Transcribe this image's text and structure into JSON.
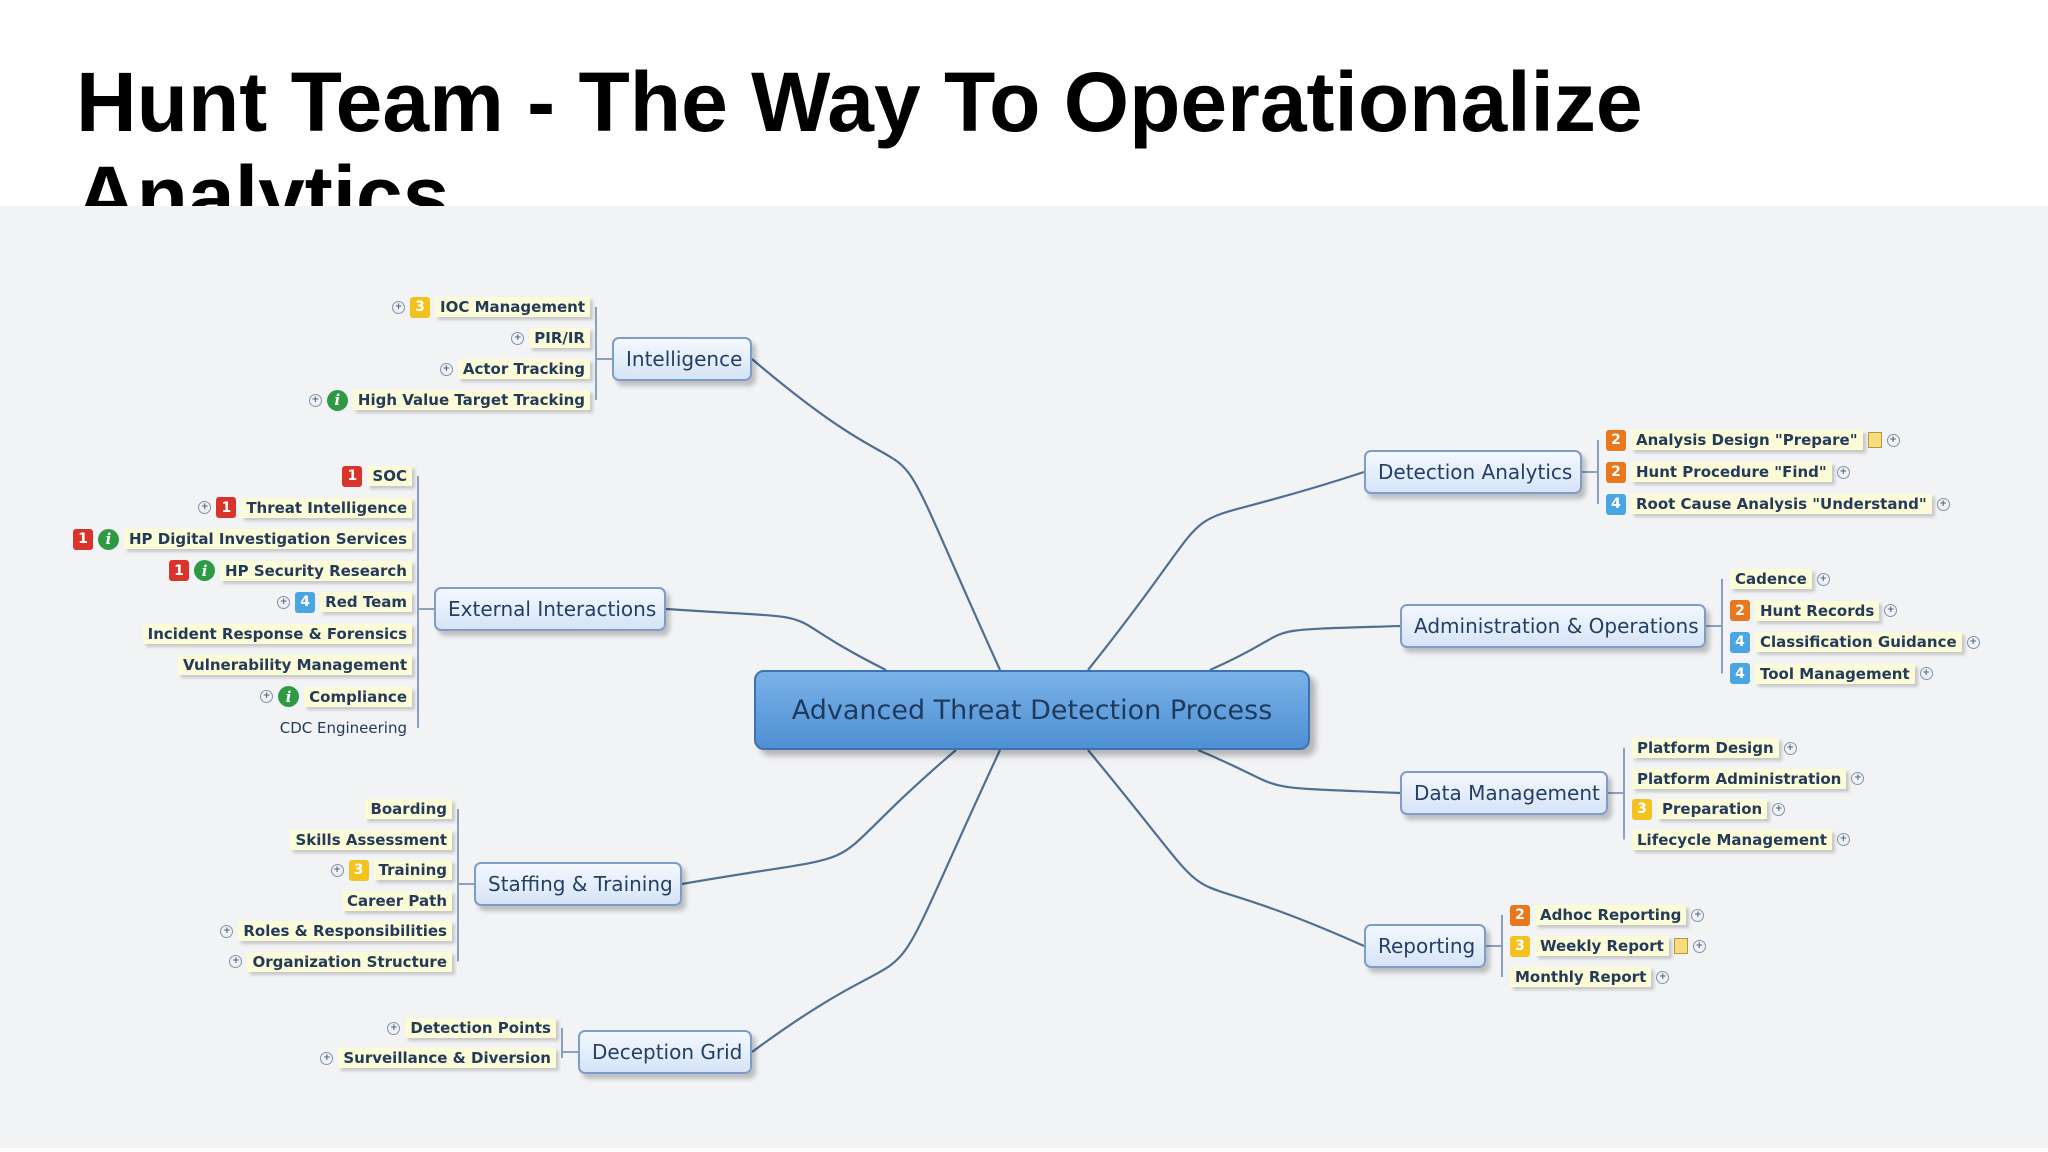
{
  "title": "Hunt Team - The Way To Operationalize Analytics",
  "central_topic": "Advanced Threat Detection Process",
  "branches": [
    {
      "label": "Intelligence",
      "items": [
        {
          "label": "IOC Management",
          "badges": [
            "3"
          ],
          "info": false,
          "note": false,
          "expand": true
        },
        {
          "label": "PIR/IR",
          "badges": [],
          "info": false,
          "note": false,
          "expand": true
        },
        {
          "label": "Actor Tracking",
          "badges": [],
          "info": false,
          "note": false,
          "expand": true
        },
        {
          "label": "High Value Target Tracking",
          "badges": [],
          "info": true,
          "note": false,
          "expand": true
        }
      ]
    },
    {
      "label": "External Interactions",
      "items": [
        {
          "label": "SOC",
          "badges": [
            "1"
          ],
          "info": false,
          "note": false,
          "expand": false
        },
        {
          "label": "Threat Intelligence",
          "badges": [
            "1"
          ],
          "info": false,
          "note": false,
          "expand": true
        },
        {
          "label": "HP Digital Investigation Services",
          "badges": [
            "1"
          ],
          "info": true,
          "note": false,
          "expand": false
        },
        {
          "label": "HP Security Research",
          "badges": [
            "1"
          ],
          "info": true,
          "note": false,
          "expand": false
        },
        {
          "label": "Red Team",
          "badges": [
            "4"
          ],
          "info": false,
          "note": false,
          "expand": true
        },
        {
          "label": "Incident Response & Forensics",
          "badges": [],
          "info": false,
          "note": false,
          "expand": false
        },
        {
          "label": "Vulnerability Management",
          "badges": [],
          "info": false,
          "note": false,
          "expand": false
        },
        {
          "label": "Compliance",
          "badges": [],
          "info": true,
          "note": false,
          "expand": true
        },
        {
          "label": "CDC Engineering",
          "badges": [],
          "info": false,
          "note": false,
          "expand": false,
          "plain": true
        }
      ]
    },
    {
      "label": "Staffing & Training",
      "items": [
        {
          "label": "Boarding",
          "badges": [],
          "info": false,
          "note": false,
          "expand": false
        },
        {
          "label": "Skills Assessment",
          "badges": [],
          "info": false,
          "note": false,
          "expand": false
        },
        {
          "label": "Training",
          "badges": [
            "3"
          ],
          "info": false,
          "note": false,
          "expand": true
        },
        {
          "label": "Career Path",
          "badges": [],
          "info": false,
          "note": false,
          "expand": false
        },
        {
          "label": "Roles & Responsibilities",
          "badges": [],
          "info": false,
          "note": false,
          "expand": true
        },
        {
          "label": "Organization Structure",
          "badges": [],
          "info": false,
          "note": false,
          "expand": true
        }
      ]
    },
    {
      "label": "Deception Grid",
      "items": [
        {
          "label": "Detection Points",
          "badges": [],
          "info": false,
          "note": false,
          "expand": true
        },
        {
          "label": "Surveillance & Diversion",
          "badges": [],
          "info": false,
          "note": false,
          "expand": true
        }
      ]
    },
    {
      "label": "Detection Analytics",
      "items": [
        {
          "label": "Analysis Design \"Prepare\"",
          "badges": [
            "2"
          ],
          "info": false,
          "note": true,
          "expand": true
        },
        {
          "label": "Hunt Procedure \"Find\"",
          "badges": [
            "2"
          ],
          "info": false,
          "note": false,
          "expand": true
        },
        {
          "label": "Root Cause Analysis \"Understand\"",
          "badges": [
            "4"
          ],
          "info": false,
          "note": false,
          "expand": true
        }
      ]
    },
    {
      "label": "Administration & Operations",
      "items": [
        {
          "label": "Cadence",
          "badges": [],
          "info": false,
          "note": false,
          "expand": true
        },
        {
          "label": "Hunt Records",
          "badges": [
            "2"
          ],
          "info": false,
          "note": false,
          "expand": true
        },
        {
          "label": "Classification Guidance",
          "badges": [
            "4"
          ],
          "info": false,
          "note": false,
          "expand": true
        },
        {
          "label": "Tool Management",
          "badges": [
            "4"
          ],
          "info": false,
          "note": false,
          "expand": true
        }
      ]
    },
    {
      "label": "Data Management",
      "items": [
        {
          "label": "Platform Design",
          "badges": [],
          "info": false,
          "note": false,
          "expand": true
        },
        {
          "label": "Platform Administration",
          "badges": [],
          "info": false,
          "note": false,
          "expand": true
        },
        {
          "label": "Preparation",
          "badges": [
            "3"
          ],
          "info": false,
          "note": false,
          "expand": true
        },
        {
          "label": "Lifecycle Management",
          "badges": [],
          "info": false,
          "note": false,
          "expand": true
        }
      ]
    },
    {
      "label": "Reporting",
      "items": [
        {
          "label": "Adhoc Reporting",
          "badges": [
            "2"
          ],
          "info": false,
          "note": false,
          "expand": true
        },
        {
          "label": "Weekly Report",
          "badges": [
            "3"
          ],
          "info": false,
          "note": true,
          "expand": true
        },
        {
          "label": "Monthly Report",
          "badges": [],
          "info": false,
          "note": false,
          "expand": true
        }
      ]
    }
  ],
  "colors": {
    "central_fill": "#5b9ad9",
    "topic_fill": "#e3ecf9",
    "connector": "#4f6f92",
    "label_fill": "#fbfbd8",
    "priority_1": "#d9342b",
    "priority_2": "#e8771e",
    "priority_3": "#f3c21f",
    "priority_4": "#49a6e3",
    "info": "#2e9a44"
  },
  "icons": {
    "priority": "priority-badge-icon",
    "info": "info-icon",
    "note": "note-icon",
    "expand": "expand-icon"
  }
}
